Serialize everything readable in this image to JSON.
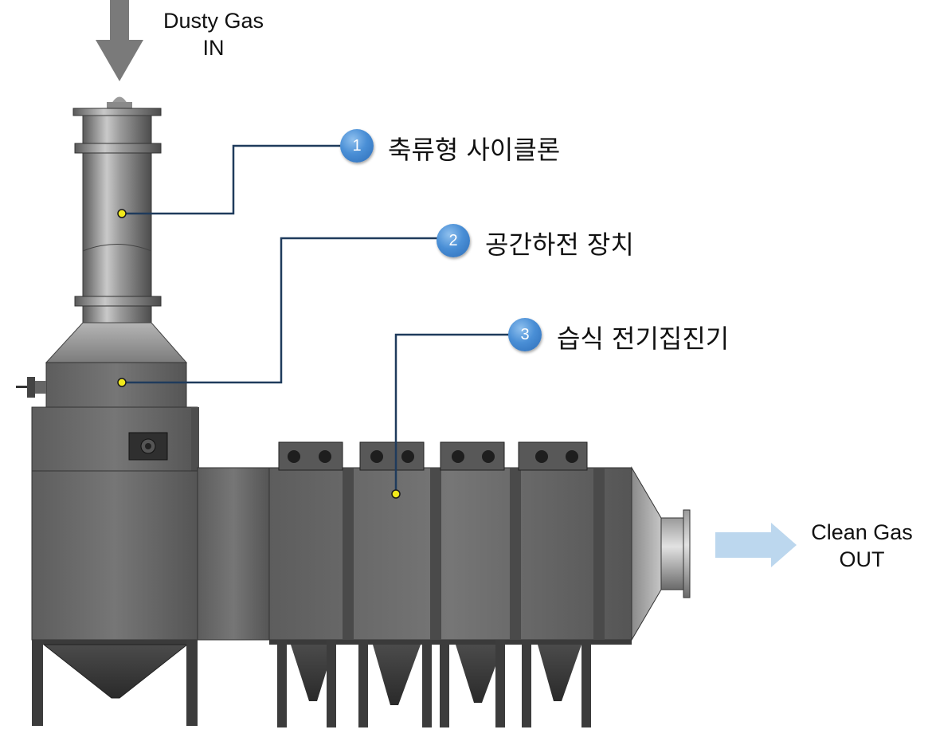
{
  "inlet": {
    "line1": "Dusty Gas",
    "line2": "IN"
  },
  "outlet": {
    "line1": "Clean Gas",
    "line2": "OUT"
  },
  "callouts": [
    {
      "number": "1",
      "label": "축류형 사이클론"
    },
    {
      "number": "2",
      "label": "공간하전 장치"
    },
    {
      "number": "3",
      "label": "습식 전기집진기"
    }
  ],
  "colors": {
    "leader_line": "#1f3b5c",
    "badge": "#4a8fd6",
    "marker_dot": "#f2ea1b",
    "inlet_arrow": "#7a7a7a",
    "outlet_arrow": "#bcd7ee",
    "steel": "#6b6b6b"
  }
}
